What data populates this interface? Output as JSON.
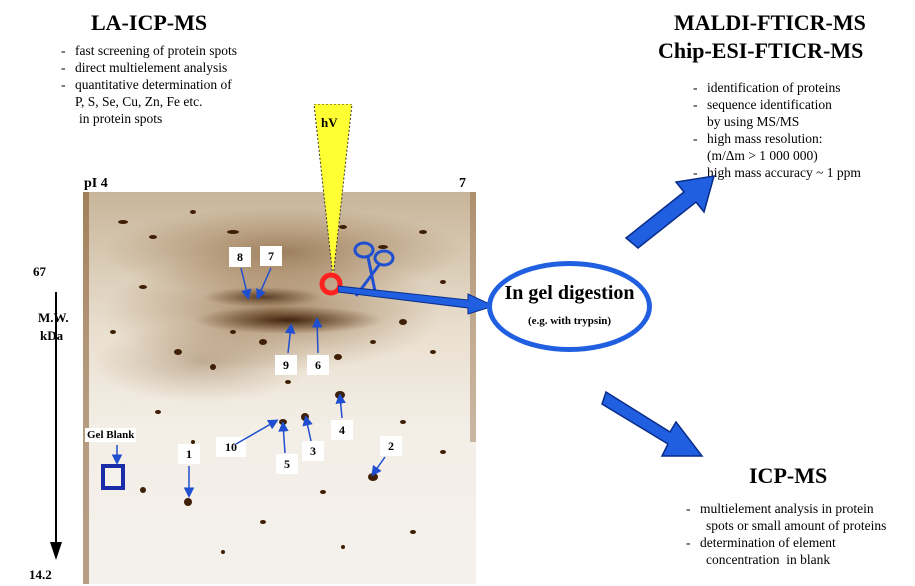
{
  "la_icp": {
    "title": "LA-ICP-MS",
    "items": [
      "fast screening of protein spots",
      "direct multielement analysis",
      "quantitative determination of"
    ],
    "cont": [
      "P, S, Se, Cu, Zn, Fe etc.",
      "in protein spots"
    ]
  },
  "maldi": {
    "title1": "MALDI-FTICR-MS",
    "title2": "Chip-ESI-FTICR-MS",
    "l1": "identification of proteins",
    "l2": "sequence identification",
    "l2c": "by using MS/MS",
    "l3": "high mass resolution:",
    "l3c": "(m/Δm > 1 000 000)",
    "l4": "high mass accuracy ~ 1 ppm"
  },
  "icp": {
    "title": "ICP-MS",
    "l1": "multielement analysis in protein",
    "l1c": "spots or small amount of proteins",
    "l2": "determination of element",
    "l2c": "concentration  in blank"
  },
  "gel": {
    "pi_left": "pI 4",
    "pi_right": "7",
    "mw_top": "67",
    "mw_bottom": "14.2",
    "mw_label1": "M.W.",
    "mw_label2": "kDa",
    "hv": "hV",
    "blank": "Gel Blank",
    "spots": [
      "1",
      "2",
      "3",
      "4",
      "5",
      "6",
      "7",
      "8",
      "9",
      "10"
    ]
  },
  "digestion": {
    "main": "In gel digestion",
    "sub": "(e.g. with trypsin)"
  },
  "colors": {
    "arrow": "#1f5fe0",
    "beam": "#ffff33",
    "target": "#ff2020",
    "blank_box": "#1a2ca8"
  }
}
